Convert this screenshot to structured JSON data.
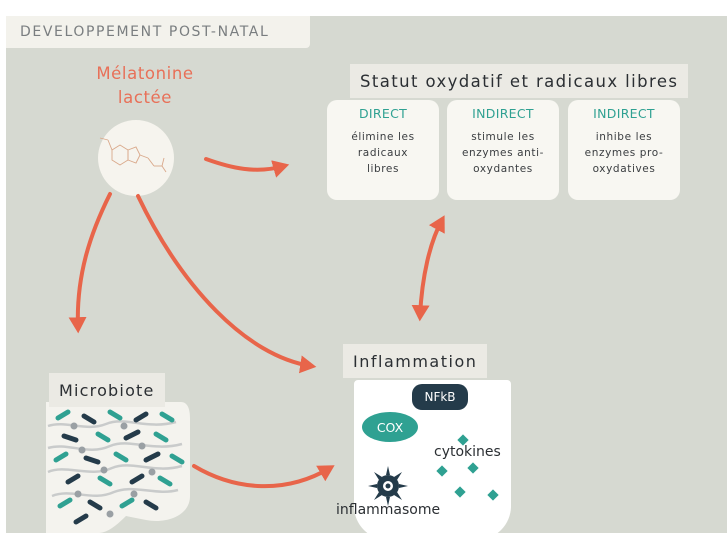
{
  "header": {
    "title": "DEVELOPPEMENT POST-NATAL"
  },
  "melatonin": {
    "title_line1": "Mélatonine",
    "title_line2": "lactée"
  },
  "oxidative": {
    "title": "Statut oxydatif et radicaux libres",
    "cards": [
      {
        "title": "DIRECT",
        "line1": "élimine les",
        "line2": "radicaux",
        "line3": "libres"
      },
      {
        "title": "INDIRECT",
        "line1": "stimule les",
        "line2": "enzymes anti-",
        "line3": "oxydantes"
      },
      {
        "title": "INDIRECT",
        "line1": "inhibe les",
        "line2": "enzymes pro-",
        "line3": "oxydatives"
      }
    ]
  },
  "inflammation": {
    "title": "Inflammation",
    "nfkb": "NFkB",
    "cox": "COX",
    "cytokines": "cytokines",
    "inflammasome": "inflammasome"
  },
  "microbiote": {
    "title": "Microbiote"
  },
  "colors": {
    "background": "#d6d9d1",
    "arrow": "#e8654a",
    "teal": "#2fa192",
    "navy": "#243b4a",
    "melatonin_text": "#e87058"
  }
}
